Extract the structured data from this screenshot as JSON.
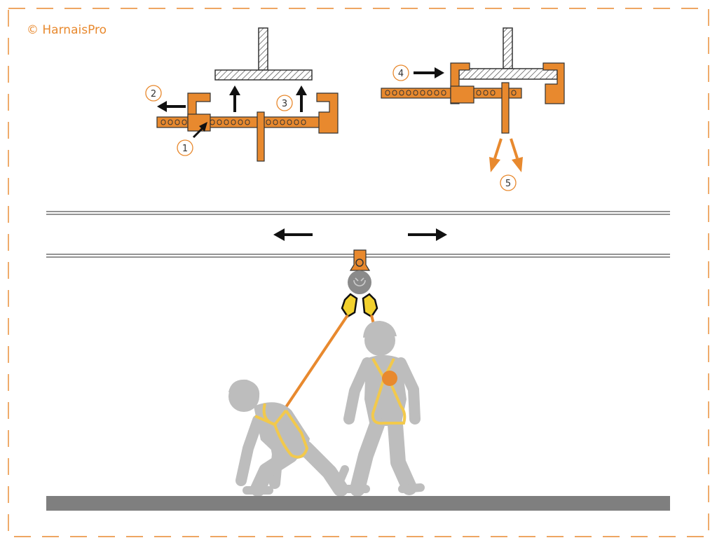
{
  "copyright": "© HarnaisPro",
  "steps": [
    "1",
    "2",
    "3",
    "4",
    "5"
  ],
  "colors": {
    "accent": "#E8892E",
    "frame_dash": "#E8892E",
    "rail": "#555555",
    "figure": "#BDBDBD",
    "harness": "#F2C94C",
    "ground": "#7F7F7F",
    "arrow": "#111111",
    "device": "#8A8A8A"
  },
  "icons": {
    "left": "arrow-left-icon",
    "right": "arrow-right-icon",
    "up": "arrow-up-icon"
  }
}
